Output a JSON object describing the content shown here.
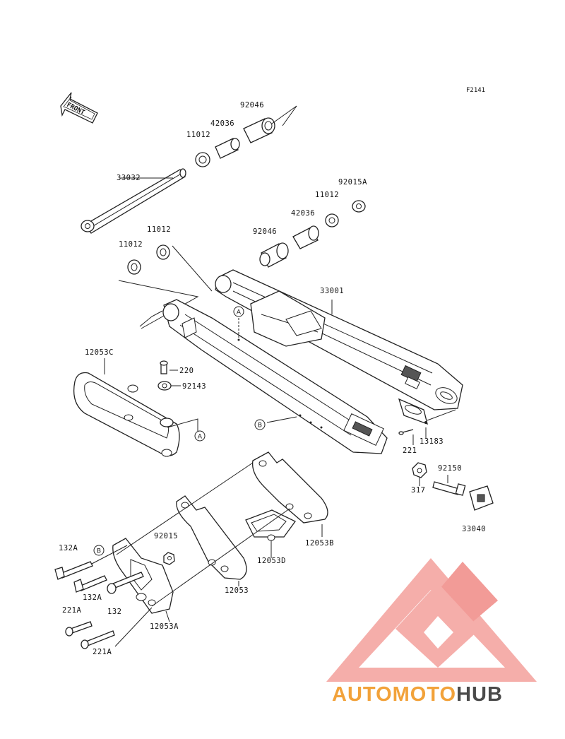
{
  "figure_code": "F2141",
  "front_arrow_label": "FRONT",
  "parts": [
    {
      "id": "p1",
      "label": "92046"
    },
    {
      "id": "p2",
      "label": "42036"
    },
    {
      "id": "p3",
      "label": "11012"
    },
    {
      "id": "p4",
      "label": "33032"
    },
    {
      "id": "p5",
      "label": "92015A"
    },
    {
      "id": "p6",
      "label": "11012"
    },
    {
      "id": "p7",
      "label": "42036"
    },
    {
      "id": "p8",
      "label": "92046"
    },
    {
      "id": "p9",
      "label": "11012"
    },
    {
      "id": "p10",
      "label": "11012"
    },
    {
      "id": "p11",
      "label": "33001"
    },
    {
      "id": "p12",
      "label": "12053C"
    },
    {
      "id": "p13",
      "label": "220"
    },
    {
      "id": "p14",
      "label": "92143"
    },
    {
      "id": "p15",
      "label": "13183"
    },
    {
      "id": "p16",
      "label": "221"
    },
    {
      "id": "p17",
      "label": "92150"
    },
    {
      "id": "p18",
      "label": "317"
    },
    {
      "id": "p19",
      "label": "33040"
    },
    {
      "id": "p20",
      "label": "12053B"
    },
    {
      "id": "p21",
      "label": "12053D"
    },
    {
      "id": "p22",
      "label": "92015"
    },
    {
      "id": "p23",
      "label": "12053"
    },
    {
      "id": "p24",
      "label": "132A"
    },
    {
      "id": "p25",
      "label": "132A"
    },
    {
      "id": "p26",
      "label": "132"
    },
    {
      "id": "p27",
      "label": "221A"
    },
    {
      "id": "p28",
      "label": "12053A"
    },
    {
      "id": "p29",
      "label": "221A"
    }
  ],
  "callouts": {
    "a": "A",
    "b": "B"
  },
  "watermark": {
    "prefix": "AUTOMOTO",
    "suffix": "HUB",
    "prefix_color": "#f2a23a",
    "suffix_color": "#4a4a4a",
    "logo_color": "#f08a86"
  }
}
